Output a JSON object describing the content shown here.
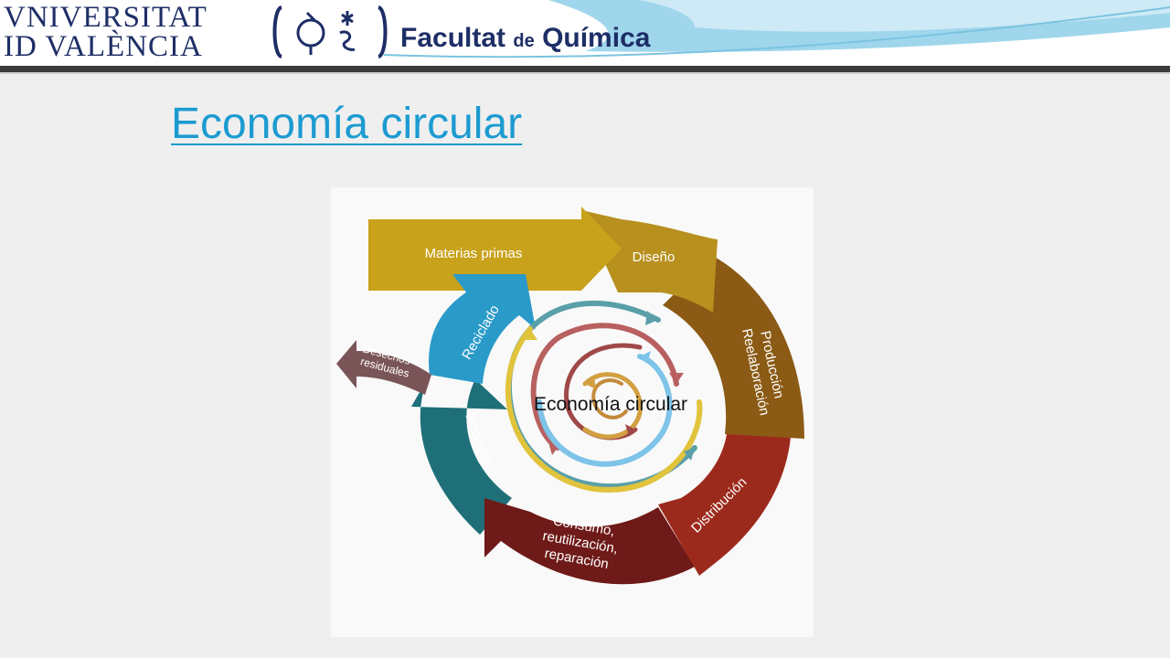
{
  "header": {
    "university_line1": "VNIVERSITAT",
    "university_line2": "ID VALÈNCIA",
    "faculty_name_a": "Facultat",
    "faculty_name_b": "de",
    "faculty_name_c": "Química"
  },
  "slide": {
    "title": "Economía circular"
  },
  "diagram": {
    "center_label": "Economía circular",
    "stages": [
      {
        "label": "Materias primas",
        "color": "#c9a21c"
      },
      {
        "label": "Diseño",
        "color": "#b8901e"
      },
      {
        "label_line1": "Producción",
        "label_line2": "Reelaboración",
        "color": "#8b5a14"
      },
      {
        "label": "Distribución",
        "color": "#9c2a1c"
      },
      {
        "label_line1": "Consumo,",
        "label_line2": "reutilización,",
        "label_line3": "reparación",
        "color": "#6e1a18"
      },
      {
        "label": "Recogida",
        "color": "#1e6f78"
      },
      {
        "label": "Reciclado",
        "color": "#2a9ac9"
      }
    ],
    "waste": {
      "label_line1": "Desechos",
      "label_line2": "residuales",
      "color": "#7a5558"
    }
  }
}
